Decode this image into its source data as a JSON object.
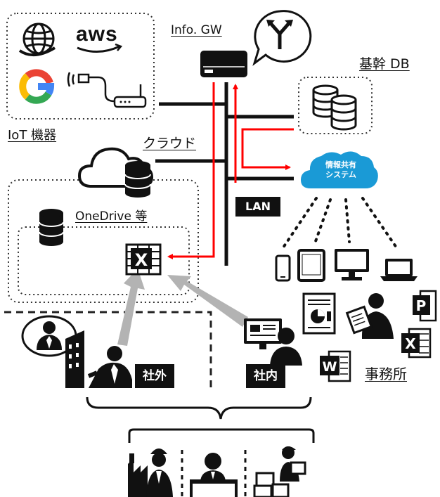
{
  "labels": {
    "info_gw": "Info. GW",
    "core_db": "基幹 DB",
    "iot": "IoT 機器",
    "cloud": "クラウド",
    "onedrive": "OneDrive 等",
    "lan": "LAN",
    "office": "事務所",
    "shagai": "社外",
    "shanai": "社内",
    "share_system_line1": "情報共有",
    "share_system_line2": "システム",
    "aws": "aws",
    "excel_letter": "X",
    "word_letter": "W",
    "ppt_letter": "P"
  },
  "colors": {
    "connection_line": "#111111",
    "data_flow_arrow": "#ff0000",
    "access_arrow": "#b3b3b3",
    "cloud_blue": "#1a9ad6"
  },
  "icons": [
    "globe-icon",
    "aws-logo",
    "google-logo",
    "iot-router-icon",
    "gateway-device-icon",
    "branch-arrow-icon",
    "database-icon",
    "cloud-icon",
    "excel-file-icon",
    "smartphone-icon",
    "tablet-icon",
    "monitor-icon",
    "laptop-icon",
    "report-document-icon",
    "person-with-tablet-icon",
    "powerpoint-icon",
    "word-icon",
    "businessman-icon",
    "office-building-icon",
    "office-worker-icon",
    "factory-worker-icon",
    "receptionist-icon",
    "delivery-worker-icon"
  ]
}
